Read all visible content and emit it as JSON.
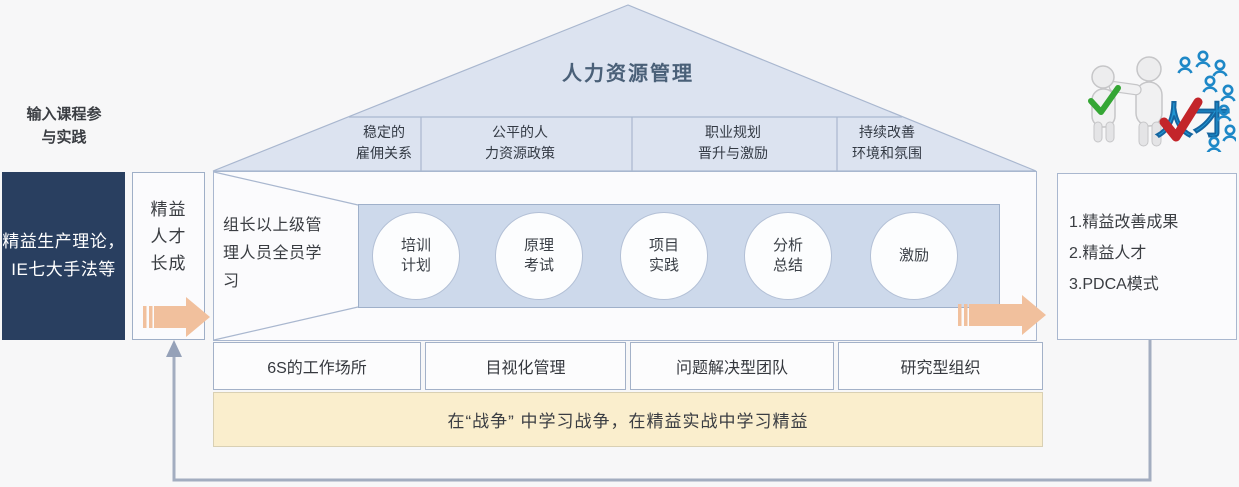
{
  "left": {
    "caption": "输入课程参\n与实践",
    "input_box": "精益生产理论，\nIE七大手法等",
    "growth_box": "精益\n人才\n长成"
  },
  "roof": {
    "title": "人力资源管理",
    "pillars": [
      "稳定的\n雇佣关系",
      "公平的人\n力资源政策",
      "职业规划\n晋升与激励",
      "持续改善\n环境和氛围"
    ]
  },
  "training": {
    "label": "组长以上级管\n理人员全员学\n习",
    "steps": [
      "培训\n计划",
      "原理\n考试",
      "项目\n实践",
      "分析\n总结",
      "激励"
    ]
  },
  "foundations": [
    "6S的工作场所",
    "目视化管理",
    "问题解决型团队",
    "研究型组织"
  ],
  "base_slogan": "在“战争” 中学习战争，在精益实战中学习精益",
  "right": {
    "talent_label": "人才",
    "outputs": [
      "1.精益改善成果",
      "2.精益人才",
      "3.PDCA模式"
    ]
  },
  "colors": {
    "roof_fill": "#dce3f0",
    "track_fill": "#cdd9eb",
    "input_box_bg": "#293f60",
    "base_fill": "#faeecd",
    "arrow_orange": "#f1c09d",
    "feedback_line": "#a3adc0",
    "border_blue": "#a9b7cf"
  }
}
